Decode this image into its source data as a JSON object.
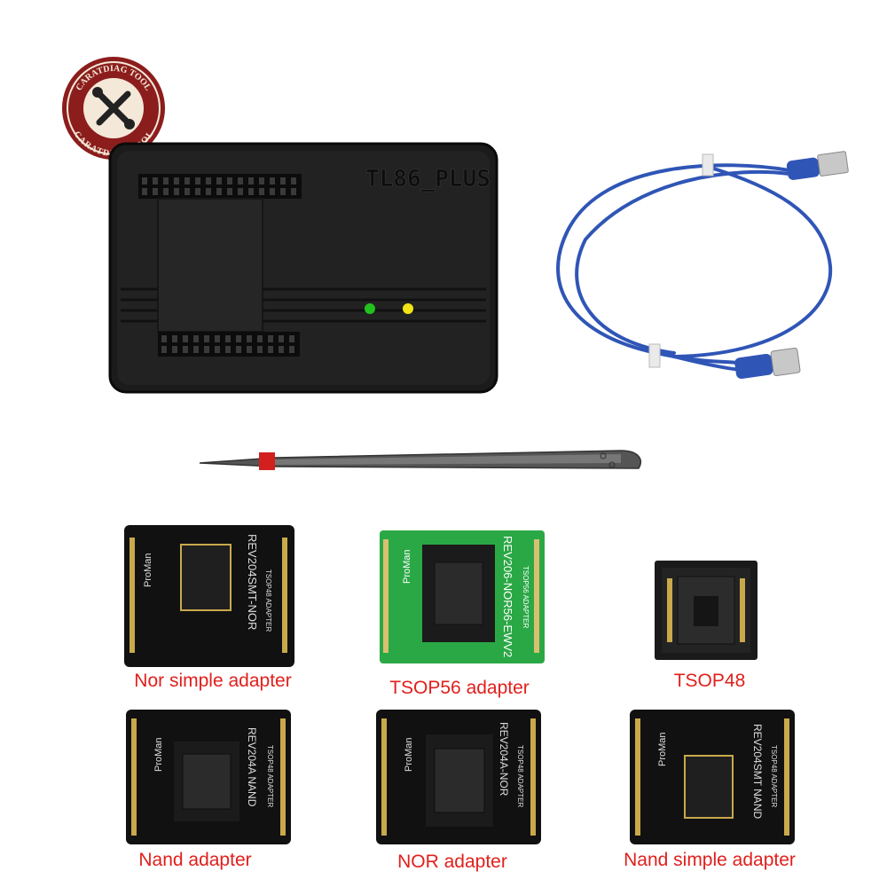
{
  "logo": {
    "text_top": "CARATDIAG TOOL",
    "text_bottom": "CARATDIAG TOOL"
  },
  "programmer": {
    "label": "TL86_PLUS",
    "led_colors": [
      "#22c21e",
      "#f2e415"
    ]
  },
  "colors": {
    "caption": "#e0201c",
    "cable": "#2f55b6",
    "board_black": "#111111",
    "board_green": "#2aa845"
  },
  "adapters": [
    {
      "caption": "Nor simple adapter",
      "board_text": "REV204SMT-NOR",
      "side_text": "TSOP48 ADAPTER",
      "brand": "ProMan"
    },
    {
      "caption": "TSOP56 adapter",
      "board_text": "REV206-NOR56-EWV2",
      "side_text": "TSOP56 ADAPTER",
      "brand": "ProMan"
    },
    {
      "caption": "TSOP48"
    },
    {
      "caption": "Nand adapter",
      "board_text": "REV204A NAND",
      "side_text": "TSOP48 ADAPTER",
      "brand": "ProMan"
    },
    {
      "caption": "NOR adapter",
      "board_text": "REV204A-NOR",
      "side_text": "TSOP48 ADAPTER",
      "brand": "ProMan"
    },
    {
      "caption": "Nand simple adapter",
      "board_text": "REV204SMT NAND",
      "side_text": "TSOP48 ADAPTER",
      "brand": "ProMan"
    }
  ]
}
